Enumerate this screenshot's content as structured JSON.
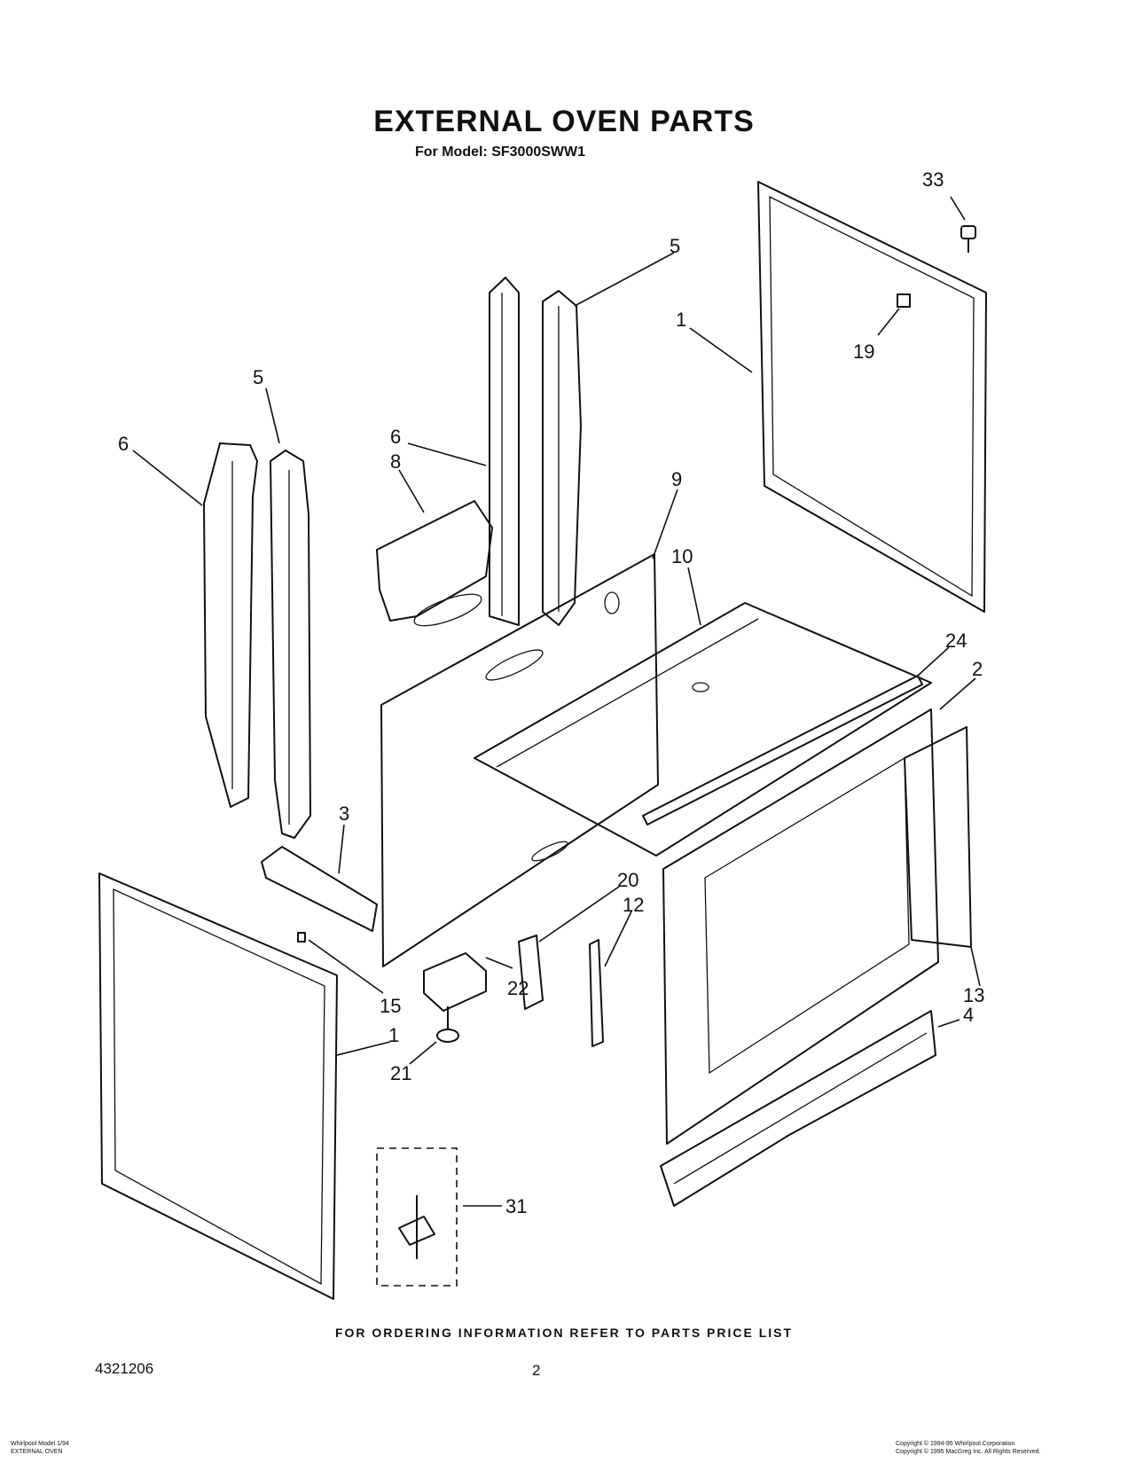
{
  "title": "EXTERNAL OVEN PARTS",
  "subtitle": "For Model: SF3000SWW1",
  "footer_note": "FOR ORDERING INFORMATION REFER TO PARTS PRICE LIST",
  "doc_number": "4321206",
  "page_number": "2",
  "fine_print_left": [
    "Whirlpool Model 1/94",
    "EXTERNAL OVEN"
  ],
  "fine_print_right": [
    "Copyright © 1994-95 Whirlpool Corporation",
    "Copyright © 1995 MacGreg Inc. All Rights Reserved."
  ],
  "callouts": {
    "c33": "33",
    "c5a": "5",
    "c1a": "1",
    "c19": "19",
    "c5b": "5",
    "c6a": "6",
    "c6b": "6",
    "c8": "8",
    "c9": "9",
    "c10": "10",
    "c24": "24",
    "c2": "2",
    "c3": "3",
    "c20": "20",
    "c12": "12",
    "c13": "13",
    "c15": "15",
    "c22": "22",
    "c4": "4",
    "c1b": "1",
    "c21": "21",
    "c31": "31"
  }
}
